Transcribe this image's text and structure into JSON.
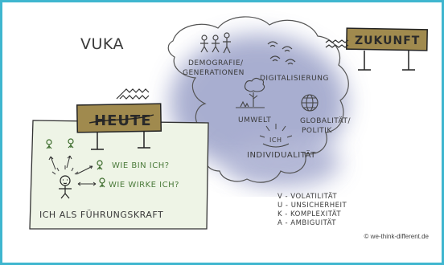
{
  "title": "VUKA",
  "signs": {
    "today": "HEUTE",
    "future": "ZUKUNFT"
  },
  "cloud": {
    "topics": [
      {
        "label_1": "DEMOGRAFIE/",
        "label_2": "GENERATIONEN",
        "icon": "people-icon"
      },
      {
        "label_1": "DIGITALISIERUNG",
        "label_2": "",
        "icon": "wifi-icon"
      },
      {
        "label_1": "UMWELT",
        "label_2": "",
        "icon": "tree-icon"
      },
      {
        "label_1": "GLOBALITÄT/",
        "label_2": "POLITIK",
        "icon": "globe-icon"
      },
      {
        "label_1": "INDIVIDUALITÄT",
        "label_2": "",
        "icon": "ich-icon"
      }
    ],
    "ich_small": "ICH"
  },
  "leader_box": {
    "q1": "WIE BIN ICH?",
    "q2": "WIE WIRKE ICH?",
    "caption": "ICH ALS FÜHRUNGSKRAFT"
  },
  "vuka_list": [
    "V - VOLATILITÄT",
    "U - UNSICHERHEIT",
    "K - KOMPLEXITÄT",
    "A - AMBIGUITÄT"
  ],
  "credit": "© we-think-different.de",
  "colors": {
    "frame": "#3fb6cf",
    "cloud": "#aeb3d4",
    "sign": "#a08a4e",
    "box": "#eef4e6",
    "green_ink": "#4a7a3a"
  }
}
